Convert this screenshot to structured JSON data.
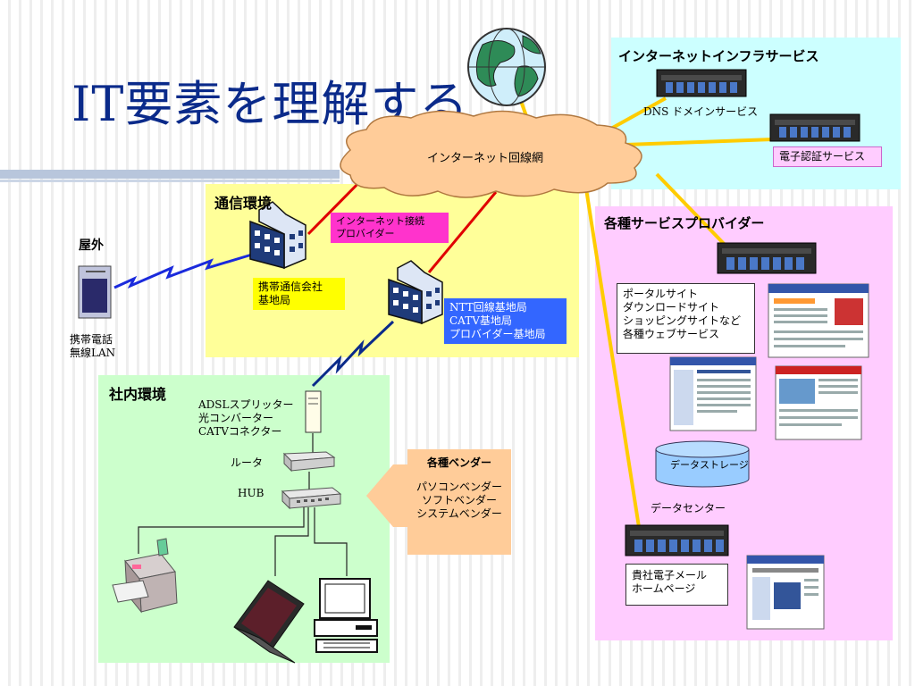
{
  "title": "IT要素を理解する",
  "cloud_label": "インターネット回線網",
  "infra": {
    "title": "インターネットインフラサービス",
    "dns_label": "DNS  ドメインサービス",
    "cert_label": "電子認証サービス"
  },
  "telecom": {
    "title": "通信環境",
    "isp_label": [
      "インターネット接続",
      "プロバイダー"
    ],
    "carrier_label": [
      "携帯通信会社",
      "基地局"
    ],
    "ntt_label": [
      "NTT回線基地局",
      "CATV基地局",
      "プロバイダー基地局"
    ]
  },
  "outdoor": {
    "title": "屋外",
    "device_label": [
      "携帯電話",
      "無線LAN"
    ]
  },
  "office": {
    "title": "社内環境",
    "modem_label": [
      "ADSLスプリッター",
      "光コンバーター",
      "CATVコネクター"
    ],
    "router_label": "ルータ",
    "hub_label": "HUB"
  },
  "vendors": {
    "title": "各種ベンダー",
    "items": [
      "パソコンベンダー",
      "ソフトベンダー",
      "システムベンダー"
    ]
  },
  "providers": {
    "title": "各種サービスプロバイダー",
    "services": [
      "ポータルサイト",
      "ダウンロードサイト",
      "ショッピングサイトなど",
      "各種ウェブサービス"
    ],
    "storage_label": "データストレージ",
    "datacenter_label": "データセンター",
    "mail_label": [
      "貴社電子メール",
      "ホームページ"
    ]
  },
  "colors": {
    "infra_bg": "#ccffff",
    "telecom_bg": "#ffff99",
    "office_bg": "#ccffcc",
    "providers_bg": "#ffccff",
    "cloud": "#ffcc99",
    "isp_box": "#ff33cc",
    "carrier_box": "#ffff00",
    "ntt_box": "#3366ff",
    "vendor_box": "#ffcc99",
    "storage": "#99ccff"
  }
}
